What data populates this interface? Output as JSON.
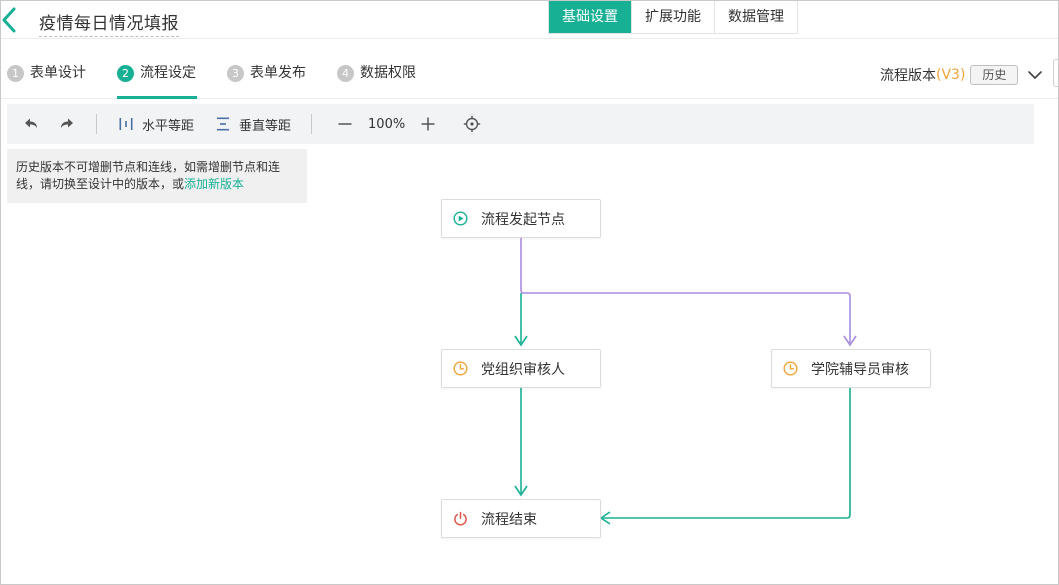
{
  "header": {
    "title": "疫情每日情况填报",
    "tabs": [
      "基础设置",
      "扩展功能",
      "数据管理"
    ],
    "active_tab": "基础设置"
  },
  "steps": [
    {
      "num": "1",
      "label": "表单设计"
    },
    {
      "num": "2",
      "label": "流程设定"
    },
    {
      "num": "3",
      "label": "表单发布"
    },
    {
      "num": "4",
      "label": "数据权限"
    }
  ],
  "active_step": "流程设定",
  "version": {
    "label": "流程版本",
    "tag": "(V3)",
    "history_button": "历史"
  },
  "toolbar": {
    "horizontal_label": "水平等距",
    "vertical_label": "垂直等距",
    "zoom": "100%"
  },
  "notice": {
    "text": "历史版本不可增删节点和连线，如需增删节点和连线，请切换至设计中的版本，或",
    "link": "添加新版本"
  },
  "flow": {
    "nodes": [
      {
        "id": "start",
        "label": "流程发起节点",
        "icon": "play-circle-icon"
      },
      {
        "id": "party",
        "label": "党组织审核人",
        "icon": "clock-icon"
      },
      {
        "id": "counselor",
        "label": "学院辅导员审核",
        "icon": "clock-icon"
      },
      {
        "id": "end",
        "label": "流程结束",
        "icon": "power-icon"
      }
    ],
    "edges": [
      {
        "from": "start",
        "to": "party"
      },
      {
        "from": "start",
        "to": "counselor"
      },
      {
        "from": "party",
        "to": "end"
      },
      {
        "from": "counselor",
        "to": "end"
      }
    ]
  },
  "colors": {
    "accent": "#17b094",
    "branch_edge": "#a98be0",
    "pending": "#f2a33a",
    "end": "#e0564a",
    "version_tag": "#f2a33a"
  }
}
